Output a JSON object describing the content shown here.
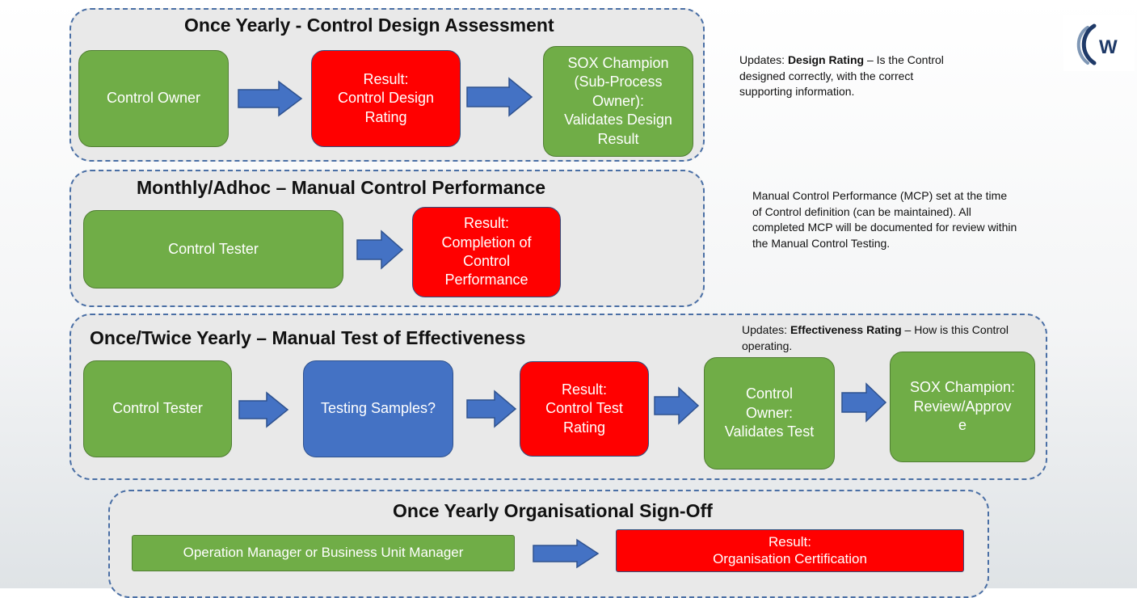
{
  "sections": {
    "design": {
      "title": "Once Yearly - Control Design Assessment",
      "owner": "Control Owner",
      "result": "Result:\nControl Design\nRating",
      "champion": "SOX Champion\n(Sub-Process\nOwner):\nValidates Design\nResult"
    },
    "mcp": {
      "title": "Monthly/Adhoc – Manual Control Performance",
      "tester": "Control Tester",
      "result": "Result:\nCompletion of\nControl\nPerformance"
    },
    "effectiveness": {
      "title": "Once/Twice Yearly – Manual Test of Effectiveness",
      "tester": "Control Tester",
      "samples": "Testing Samples?",
      "result": "Result:\nControl Test\nRating",
      "owner": "Control\nOwner:\nValidates Test",
      "champion": "SOX Champion:\nReview/Approv\ne"
    },
    "signoff": {
      "title": "Once Yearly Organisational Sign-Off",
      "manager": "Operation Manager or Business Unit Manager",
      "result": "Result:\nOrganisation Certification"
    }
  },
  "notes": {
    "design": {
      "prefix": "Updates: ",
      "bold": "Design Rating",
      "rest": " – Is the Control designed correctly, with the correct supporting information."
    },
    "mcp": {
      "text": "Manual Control Performance (MCP) set at the time of Control definition (can be maintained). All completed MCP will be documented for review within the Manual Control Testing."
    },
    "effectiveness": {
      "prefix": "Updates: ",
      "bold": "Effectiveness Rating",
      "rest": " – How is this Control operating."
    }
  },
  "logo": {
    "letter": "W"
  },
  "colors": {
    "green": "#70ad47",
    "red": "#ff0000",
    "blue": "#4472c4",
    "dashed_border": "#4a6fa5",
    "section_bg": "#e9e9e9"
  }
}
